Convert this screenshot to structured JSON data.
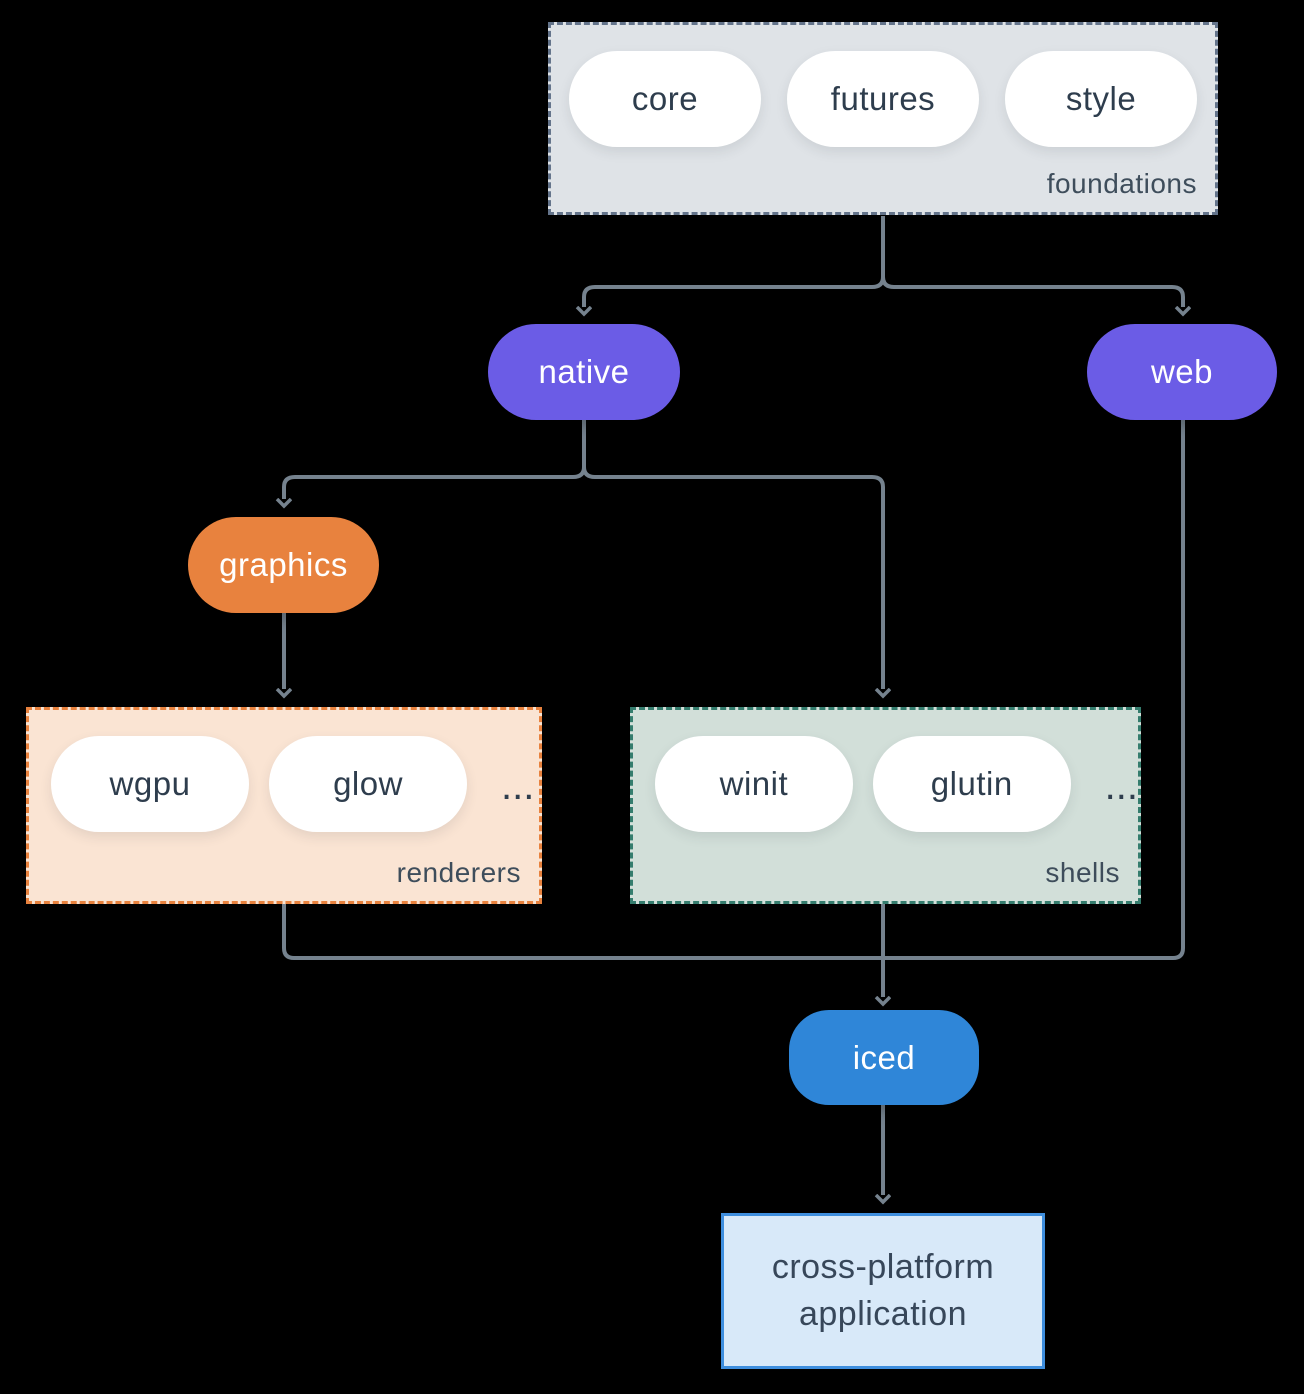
{
  "groups": {
    "foundations": {
      "label": "foundations",
      "pills": [
        "core",
        "futures",
        "style"
      ]
    },
    "renderers": {
      "label": "renderers",
      "pills": [
        "wgpu",
        "glow"
      ],
      "ellipsis": "..."
    },
    "shells": {
      "label": "shells",
      "pills": [
        "winit",
        "glutin"
      ],
      "ellipsis": "..."
    }
  },
  "nodes": {
    "native": "native",
    "web": "web",
    "graphics": "graphics",
    "iced": "iced",
    "app": {
      "line1": "cross-platform",
      "line2": "application"
    }
  },
  "colors": {
    "background": "#000000",
    "connector_line": "#75828e",
    "foundations_bg": "#dfe3e7",
    "foundations_border": "#64748b",
    "purple_node": "#6b5ce6",
    "orange_node": "#e8823e",
    "renderers_bg": "#fae4d3",
    "renderers_border": "#e8823e",
    "shells_bg": "#d2dfd9",
    "shells_border": "#357d6e",
    "iced_node": "#2f86d8",
    "app_bg": "#d8e9f9",
    "app_border": "#3e8ede",
    "dark_text": "#2e3d4d",
    "label_text": "#3e4d5b"
  }
}
